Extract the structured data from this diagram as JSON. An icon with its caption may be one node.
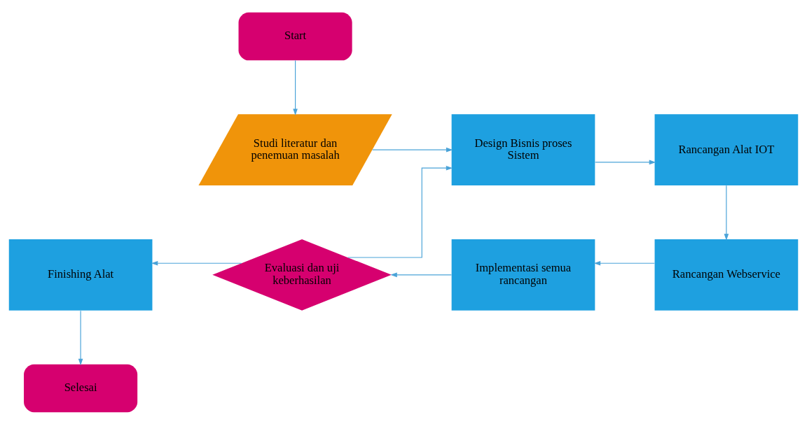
{
  "diagram": {
    "nodes": [
      {
        "text": [
          "Start"
        ]
      },
      {
        "text": [
          "Studi literatur dan penemuan masalah"
        ]
      },
      {
        "text": [
          "Design Bisnis proses Sistem"
        ]
      },
      {
        "text": [
          "Rancangan Alat IOT"
        ]
      },
      {
        "text": [
          "Rancangan Webservice"
        ]
      },
      {
        "text": [
          "Implementasi semua rancangan"
        ]
      },
      {
        "text": [
          "Evaluasi dan uji keberhasilan"
        ]
      },
      {
        "text": [
          "Finishing Alat"
        ]
      },
      {
        "text": [
          "Selesai"
        ]
      }
    ],
    "edges": [
      {
        "from": 0,
        "to": 1,
        "arrow": "to"
      },
      {
        "from": 1,
        "to": 2,
        "arrow": "to"
      },
      {
        "from": 2,
        "to": 3,
        "arrow": "to"
      },
      {
        "from": 3,
        "to": 4,
        "arrow": "to"
      },
      {
        "from": 4,
        "to": 5,
        "arrow": "to"
      },
      {
        "from": 5,
        "to": 6,
        "arrow": "to"
      },
      {
        "from": 6,
        "to": 2,
        "arrow": "to"
      },
      {
        "from": 6,
        "to": 7,
        "arrow": "to"
      },
      {
        "from": 7,
        "to": 8,
        "arrow": "to"
      }
    ]
  }
}
